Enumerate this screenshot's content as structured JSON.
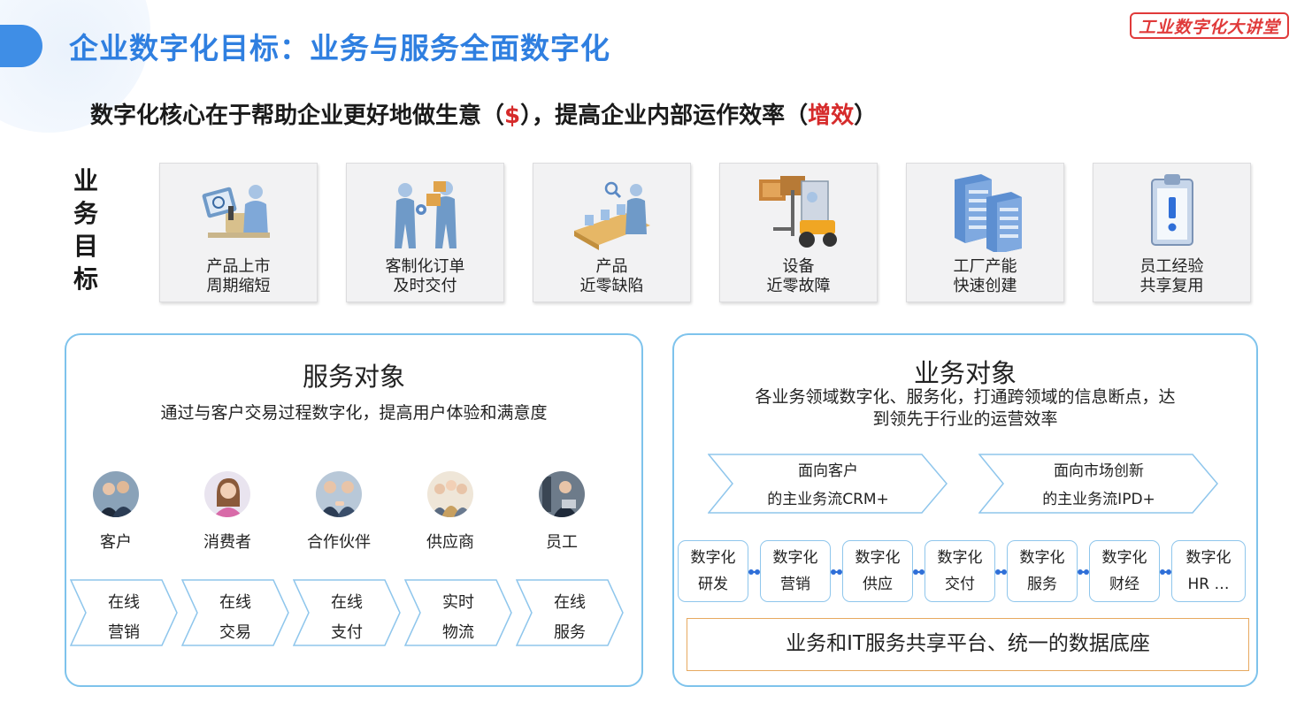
{
  "title": "企业数字化目标：业务与服务全面数字化",
  "logo": "工业数字化大讲堂",
  "subtitle": {
    "prefix": "数字化核心在于帮助企业更好地做生意（",
    "dollar": "$",
    "middle": "），提高企业内部运作效率（",
    "gain": "增效",
    "suffix": "）"
  },
  "business_goals_label": [
    "业",
    "务",
    "目",
    "标"
  ],
  "goals": [
    {
      "line1": "产品上市",
      "line2": "周期缩短",
      "icon": "analytics-person-icon"
    },
    {
      "line1": "客制化订单",
      "line2": "及时交付",
      "icon": "handshake-order-icon"
    },
    {
      "line1": "产品",
      "line2": "近零缺陷",
      "icon": "conveyor-inspection-icon"
    },
    {
      "line1": "设备",
      "line2": "近零故障",
      "icon": "forklift-icon"
    },
    {
      "line1": "工厂产能",
      "line2": "快速创建",
      "icon": "server-racks-icon"
    },
    {
      "line1": "员工经验",
      "line2": "共享复用",
      "icon": "clipboard-info-icon"
    }
  ],
  "service_panel": {
    "title": "服务对象",
    "desc": "通过与客户交易过程数字化，提高用户体验和满意度",
    "people": [
      {
        "label": "客户",
        "icon": "customers-avatar"
      },
      {
        "label": "消费者",
        "icon": "consumer-avatar"
      },
      {
        "label": "合作伙伴",
        "icon": "partner-avatar"
      },
      {
        "label": "供应商",
        "icon": "supplier-avatar"
      },
      {
        "label": "员工",
        "icon": "employee-avatar"
      }
    ],
    "steps": [
      {
        "line1": "在线",
        "line2": "营销"
      },
      {
        "line1": "在线",
        "line2": "交易"
      },
      {
        "line1": "在线",
        "line2": "支付"
      },
      {
        "line1": "实时",
        "line2": "物流"
      },
      {
        "line1": "在线",
        "line2": "服务"
      }
    ]
  },
  "business_panel": {
    "title": "业务对象",
    "desc_line1": "各业务领域数字化、服务化，打通跨领域的信息断点，达",
    "desc_line2": "到领先于行业的运营效率",
    "flows": [
      {
        "line1": "面向客户",
        "line2": "的主业务流CRM+"
      },
      {
        "line1": "面向市场创新",
        "line2": "的主业务流IPD+"
      }
    ],
    "domains": [
      {
        "line1": "数字化",
        "line2": "研发"
      },
      {
        "line1": "数字化",
        "line2": "营销"
      },
      {
        "line1": "数字化",
        "line2": "供应"
      },
      {
        "line1": "数字化",
        "line2": "交付"
      },
      {
        "line1": "数字化",
        "line2": "服务"
      },
      {
        "line1": "数字化",
        "line2": "财经"
      },
      {
        "line1": "数字化",
        "line2": "HR …"
      }
    ],
    "platform": "业务和IT服务共享平台、统一的数据底座"
  },
  "colors": {
    "title_blue": "#2f7fe0",
    "accent_red": "#d62b2b",
    "panel_border": "#7ec3ec",
    "connector_blue": "#2f6fd8",
    "platform_border": "#e7a960"
  }
}
